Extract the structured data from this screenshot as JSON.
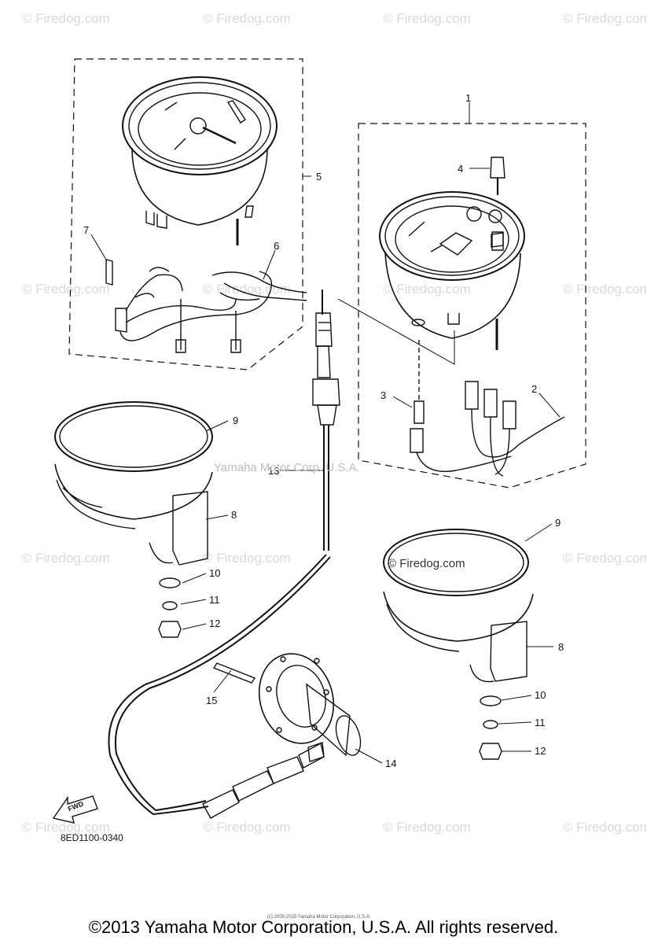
{
  "watermark": "© Firedog.com",
  "center_watermark": "Yamaha Motor Corp. U.S.A.",
  "inline_watermark": "© Firedog.com",
  "diagram_code": "8ED1100-0340",
  "fwd_label": "FWD",
  "tiny_copyright": "(c) 2005-2015 Yamaha Motor Corporation, U.S.A.",
  "copyright": "©2013 Yamaha Motor Corporation, U.S.A. All rights reserved.",
  "callouts": {
    "c1": "1",
    "c2": "2",
    "c3": "3",
    "c4": "4",
    "c5": "5",
    "c6": "6",
    "c7": "7",
    "c8a": "8",
    "c8b": "8",
    "c9a": "9",
    "c9b": "9",
    "c10a": "10",
    "c10b": "10",
    "c11a": "11",
    "c11b": "11",
    "c12a": "12",
    "c12b": "12",
    "c13": "13",
    "c14": "14",
    "c15": "15"
  }
}
